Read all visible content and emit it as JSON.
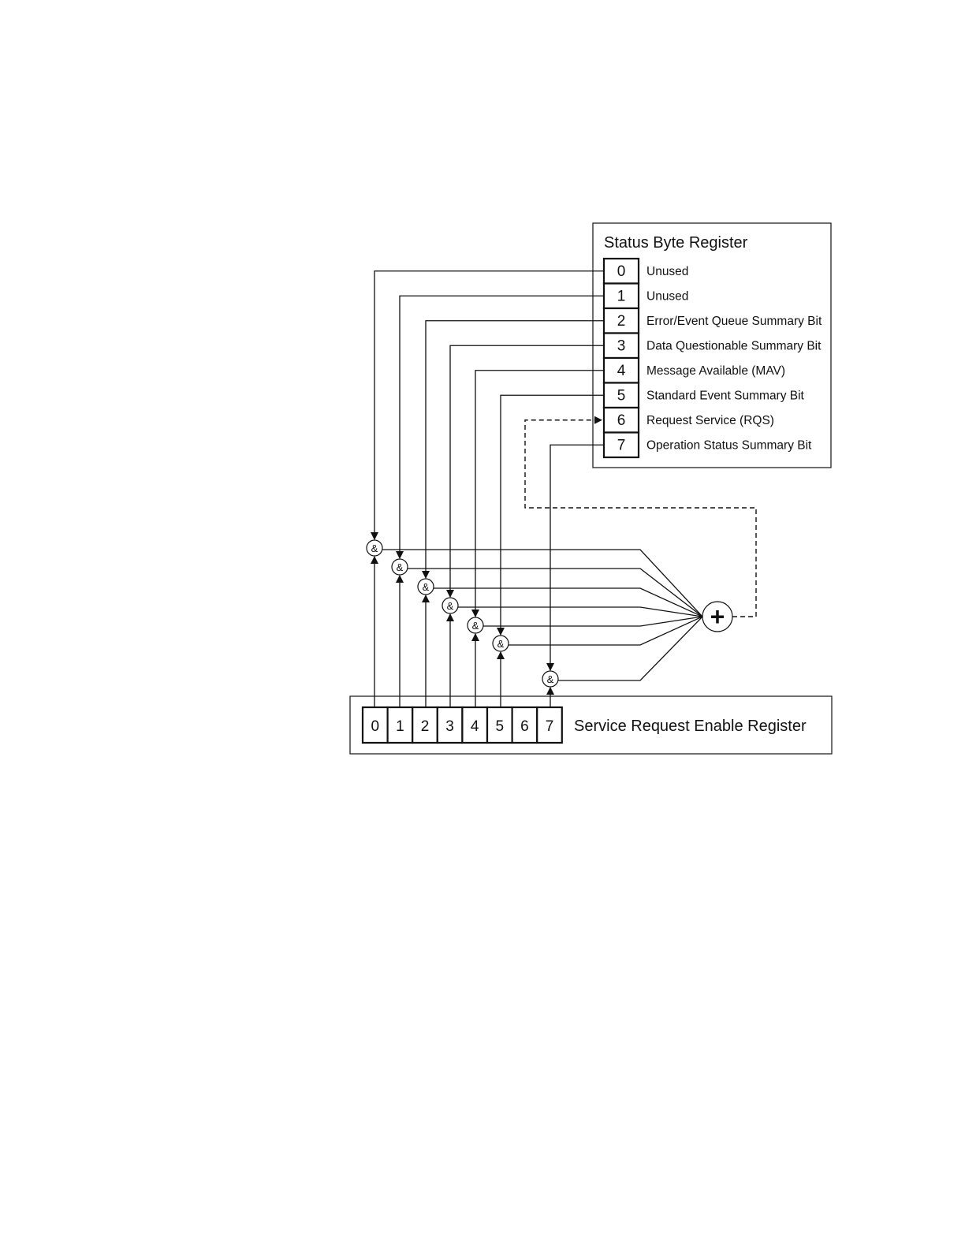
{
  "status_byte_register": {
    "title": "Status Byte Register",
    "bits": [
      {
        "bit": "0",
        "label": "Unused"
      },
      {
        "bit": "1",
        "label": "Unused"
      },
      {
        "bit": "2",
        "label": "Error/Event Queue Summary Bit"
      },
      {
        "bit": "3",
        "label": "Data Questionable Summary Bit"
      },
      {
        "bit": "4",
        "label": "Message Available (MAV)"
      },
      {
        "bit": "5",
        "label": "Standard Event Summary Bit"
      },
      {
        "bit": "6",
        "label": "Request Service (RQS)"
      },
      {
        "bit": "7",
        "label": "Operation Status Summary Bit"
      }
    ]
  },
  "service_request_enable_register": {
    "title": "Service Request Enable Register",
    "bits": [
      "0",
      "1",
      "2",
      "3",
      "4",
      "5",
      "6",
      "7"
    ]
  },
  "and_gate_symbol": "&",
  "or_gate_symbol": "+"
}
